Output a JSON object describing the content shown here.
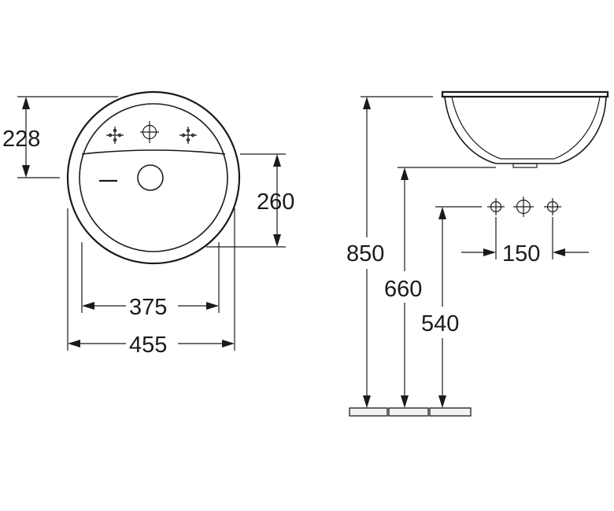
{
  "top_view": {
    "dimensions": {
      "overall_diameter": "455",
      "basin_width": "375",
      "deck_depth": "228",
      "basin_depth": "260"
    }
  },
  "side_view": {
    "dimensions": {
      "rim_height": "850",
      "basin_bottom_height": "660",
      "tap_hole_height": "540",
      "tap_spacing": "150"
    }
  }
}
